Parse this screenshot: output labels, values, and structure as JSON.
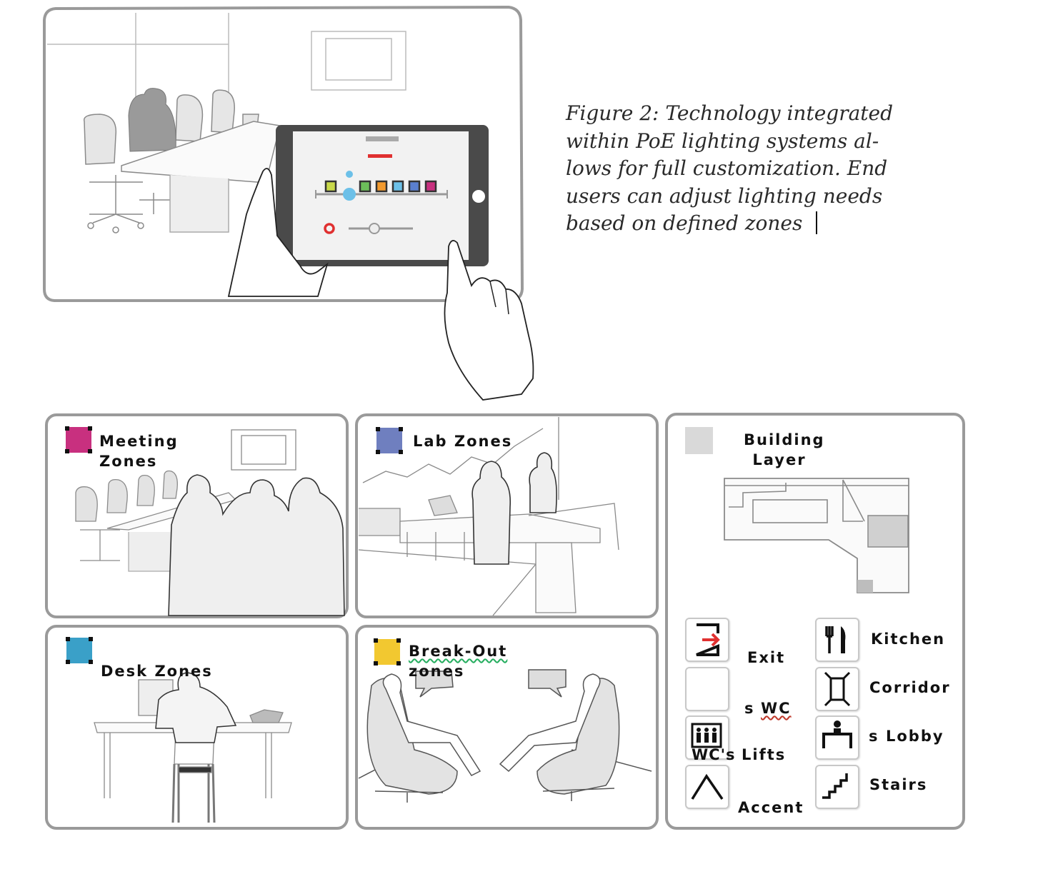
{
  "caption": {
    "lines": [
      "Figure 2:  Technology integrated",
      "within PoE  lighting systems  al-",
      "lows for  full  customization.  End",
      "users  can  adjust  lighting needs",
      "based on defined zones"
    ]
  },
  "zones": {
    "meeting": {
      "line1": "Meeting",
      "line2": "Zones",
      "color": "#c8307f"
    },
    "lab": {
      "label": "Lab Zones",
      "color": "#6f7fbf"
    },
    "desk": {
      "label": "Desk Zones",
      "color": "#3aa0c8"
    },
    "breakout": {
      "line1": "Break-Out",
      "line2": "zones",
      "color": "#f2c830"
    },
    "building": {
      "line1": "Building",
      "line2": "Layer",
      "color": "#d9d9d9"
    }
  },
  "legend": {
    "exit": "Exit",
    "wc_prefix": "s",
    "wc": "WC",
    "wcs": "WC's",
    "lifts": "Lifts",
    "accent": "Accent",
    "kitchen": "Kitchen",
    "corridor": "Corridor",
    "lobby_prefix": "s",
    "lobby": "Lobby",
    "stairs": "Stairs"
  },
  "colors": {
    "panel_border": "#9a9a9a",
    "line_art": "#8a8a8a",
    "tablet_frame": "#4a4a4a",
    "slider_accent": "#6cc0e8",
    "exit_arrow": "#e03030"
  }
}
